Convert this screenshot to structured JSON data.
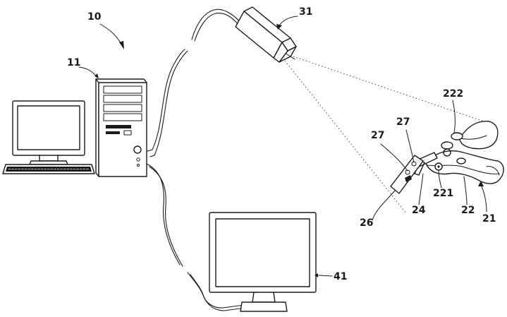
{
  "diagram": {
    "labels": {
      "system": "10",
      "computer": "11",
      "camera": "31",
      "display": "41",
      "headset": "21",
      "frame": "22",
      "frame_joint": "221",
      "frame_knob": "222",
      "arm": "24",
      "plate": "26",
      "marker_left": "27",
      "marker_right": "27"
    }
  }
}
